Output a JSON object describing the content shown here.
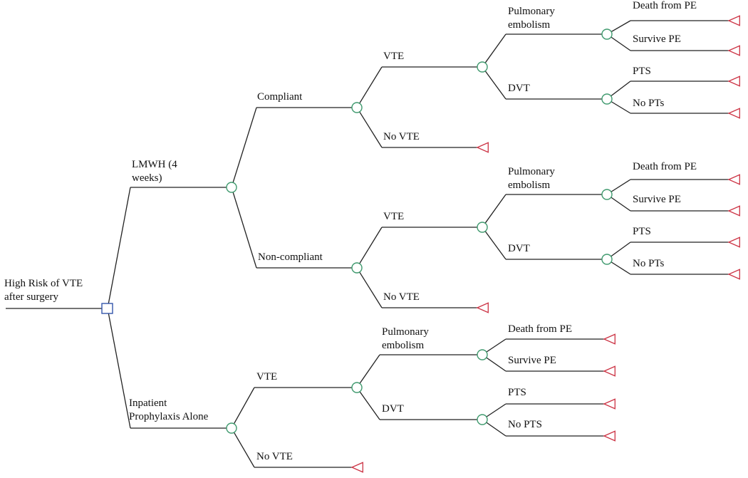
{
  "colors": {
    "line": "#222222",
    "decision_node": "#3355aa",
    "chance_node": "#3f9a6e",
    "terminal_node": "#cc3344"
  },
  "nodes": {
    "root": [
      "High Risk of VTE",
      "after surgery"
    ],
    "lmwh": [
      "LMWH (4",
      "weeks)"
    ],
    "inpatient": [
      "Inpatient",
      "Prophylaxis Alone"
    ],
    "compliant": [
      "Compliant"
    ],
    "non_compliant": [
      "Non-compliant"
    ],
    "c_vte": [
      "VTE"
    ],
    "c_no_vte": [
      "No VTE"
    ],
    "nc_vte": [
      "VTE"
    ],
    "nc_no_vte": [
      "No VTE"
    ],
    "ip_vte": [
      "VTE"
    ],
    "ip_no_vte": [
      "No VTE"
    ],
    "c_pe": [
      "Pulmonary",
      "embolism"
    ],
    "c_dvt": [
      "DVT"
    ],
    "nc_pe": [
      "Pulmonary",
      "embolism"
    ],
    "nc_dvt": [
      "DVT"
    ],
    "ip_pe": [
      "Pulmonary",
      "embolism"
    ],
    "ip_dvt": [
      "DVT"
    ],
    "c_death": [
      "Death from PE"
    ],
    "c_survive": [
      "Survive PE"
    ],
    "c_pts": [
      "PTS"
    ],
    "c_no_pts": [
      "No PTs"
    ],
    "nc_death": [
      "Death from PE"
    ],
    "nc_survive": [
      "Survive PE"
    ],
    "nc_pts": [
      "PTS"
    ],
    "nc_no_pts": [
      "No PTs"
    ],
    "ip_death": [
      "Death from PE"
    ],
    "ip_survive": [
      "Survive PE"
    ],
    "ip_pts": [
      "PTS"
    ],
    "ip_no_pts": [
      "No PTS"
    ]
  }
}
